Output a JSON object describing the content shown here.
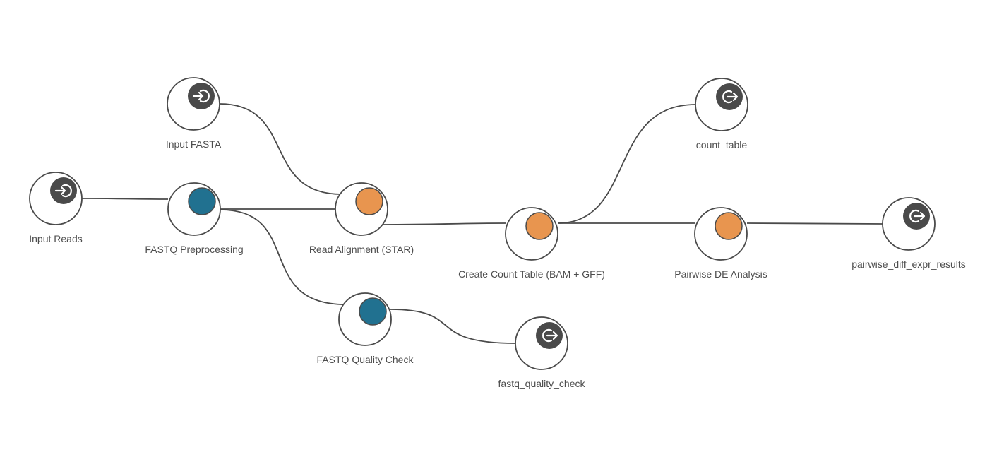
{
  "colors": {
    "line": "#4a4a4a",
    "label": "#4d4d4d",
    "preprocess": "#217190",
    "analysis": "#e8954f",
    "io": "#4a4a4a"
  },
  "nodes": [
    {
      "id": "input_reads",
      "label": "Input Reads",
      "kind": "input"
    },
    {
      "id": "input_fasta",
      "label": "Input FASTA",
      "kind": "input"
    },
    {
      "id": "fastq_pre",
      "label": "FASTQ Preprocessing",
      "kind": "preprocess"
    },
    {
      "id": "align",
      "label": "Read Alignment (STAR)",
      "kind": "analysis"
    },
    {
      "id": "qc",
      "label": "FASTQ Quality Check",
      "kind": "preprocess"
    },
    {
      "id": "count",
      "label": "Create Count Table (BAM + GFF)",
      "kind": "analysis"
    },
    {
      "id": "de",
      "label": "Pairwise DE Analysis",
      "kind": "analysis"
    },
    {
      "id": "out_count",
      "label": "count_table",
      "kind": "output"
    },
    {
      "id": "out_de",
      "label": "pairwise_diff_expr_results",
      "kind": "output"
    },
    {
      "id": "out_qc",
      "label": "fastq_quality_check",
      "kind": "output"
    }
  ],
  "edges": [
    {
      "from": "input_reads",
      "to": "fastq_pre"
    },
    {
      "from": "input_fasta",
      "to": "align"
    },
    {
      "from": "fastq_pre",
      "to": "align"
    },
    {
      "from": "fastq_pre",
      "to": "qc"
    },
    {
      "from": "align",
      "to": "count"
    },
    {
      "from": "count",
      "to": "out_count"
    },
    {
      "from": "count",
      "to": "de"
    },
    {
      "from": "de",
      "to": "out_de"
    },
    {
      "from": "qc",
      "to": "out_qc"
    }
  ]
}
